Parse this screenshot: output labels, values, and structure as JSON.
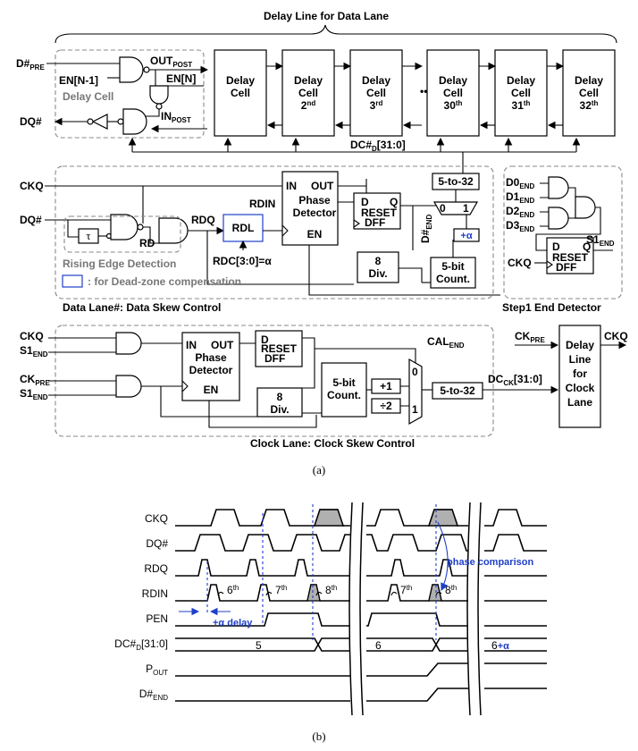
{
  "top": {
    "title": "Delay Line for Data Lane",
    "d_pre": "D#PRE",
    "en_prev": "EN[N-1]",
    "out_post": "OUTPOST",
    "en_n": "EN[N]",
    "in_post": "INPOST",
    "delay_cell_label": "Delay Cell",
    "dq": "DQ#",
    "cells": [
      {
        "l1": "Delay",
        "l2": "Cell",
        "l3": ""
      },
      {
        "l1": "Delay",
        "l2": "Cell",
        "l3": "2nd"
      },
      {
        "l1": "Delay",
        "l2": "Cell",
        "l3": "3rd"
      },
      {
        "l1": "Delay",
        "l2": "Cell",
        "l3": "30th"
      },
      {
        "l1": "Delay",
        "l2": "Cell",
        "l3": "31th"
      },
      {
        "l1": "Delay",
        "l2": "Cell",
        "l3": "32th"
      }
    ],
    "ellipsis": "•••••",
    "dc_bus": "DC#D[31:0]"
  },
  "data_lane": {
    "ckq": "CKQ",
    "dq": "DQ#",
    "tau": "τ",
    "rd": "RD",
    "rdq": "RDQ",
    "rdl": "RDL",
    "rdin": "RDIN",
    "pd_in": "IN",
    "pd_out": "OUT",
    "pd_l1": "Phase",
    "pd_l2": "Detector",
    "pd_en": "EN",
    "dff_d": "D",
    "dff_q": "Q",
    "dff_reset": "RESET",
    "dff_name": "DFF",
    "mux_0": "0",
    "mux_1": "1",
    "decoder": "5-to-32",
    "plus_alpha": "+α",
    "d_end": "D#END",
    "div_l1": "8",
    "div_l2": "Div.",
    "cnt_l1": "5-bit",
    "cnt_l2": "Count.",
    "rdc": "RDC[3:0]=α",
    "rising_edge": "Rising Edge Detection",
    "legend": ": for Dead-zone compensation",
    "caption": "Data Lane#: Data Skew Control"
  },
  "step1": {
    "d0": "D0END",
    "d1": "D1END",
    "d2": "D2END",
    "d3": "D3END",
    "s1end": "S1END",
    "ckq": "CKQ",
    "dff_d": "D",
    "dff_q": "Q",
    "dff_reset": "RESET",
    "dff_name": "DFF",
    "caption": "Step1 End Detector"
  },
  "clock_lane": {
    "ckq": "CKQ",
    "s1end_a": "S1END",
    "ck_pre": "CKPRE",
    "s1end_b": "S1END",
    "pd_in": "IN",
    "pd_out": "OUT",
    "pd_l1": "Phase",
    "pd_l2": "Detector",
    "pd_en": "EN",
    "dff_reset": "RESET",
    "dff_name": "DFF",
    "div_l1": "8",
    "div_l2": "Div.",
    "cnt_l1": "5-bit",
    "cnt_l2": "Count.",
    "plus1": "+1",
    "div2": "÷2",
    "mux_0": "0",
    "mux_1": "1",
    "cal_end": "CALEND",
    "decoder": "5-to-32",
    "dc_ck": "DCCK[31:0]",
    "caption": "Clock Lane: Clock Skew Control",
    "out_ck_pre": "CKPRE",
    "out_ckq": "CKQ",
    "dl_1": "Delay",
    "dl_2": "Line",
    "dl_3": "for",
    "dl_4": "Clock",
    "dl_5": "Lane"
  },
  "label_a": "(a)",
  "timing": {
    "signals": [
      "CKQ",
      "DQ#",
      "RDQ",
      "RDIN",
      "PEN",
      "DC#D[31:0]",
      "POUT",
      "D#END"
    ],
    "n6a": "6th",
    "n7a": "7th",
    "n8a": "8th",
    "n7b": "7th",
    "n8b": "8th",
    "alpha_delay": "+α delay",
    "phase_comparison": "phase comparison",
    "dc_values": [
      "5",
      "6",
      "6+α"
    ]
  },
  "label_b": "(b)",
  "colors": {
    "accent": "#1f3fc8",
    "dashed_box": "#888888",
    "shade": "#b0b0b0"
  }
}
